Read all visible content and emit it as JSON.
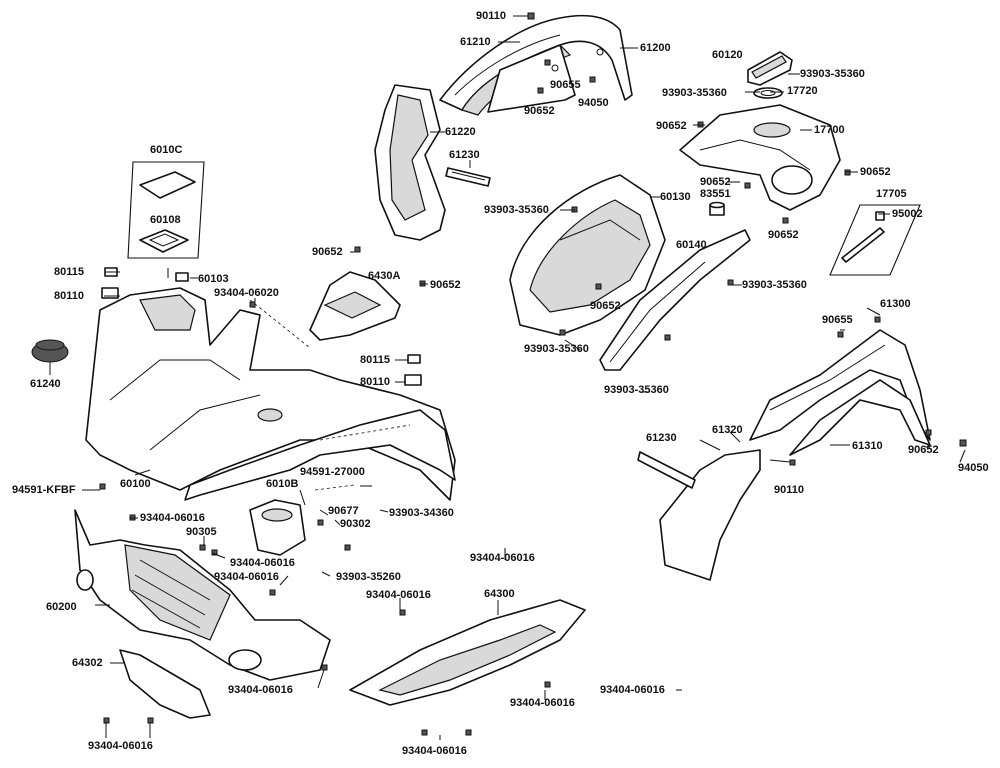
{
  "labels": {
    "p90110_top": "90110",
    "p61210": "61210",
    "p61200": "61200",
    "p60120": "60120",
    "p93903_a": "93903-35360",
    "p90655_top": "90655",
    "p93903_b": "93903-35360",
    "p17720": "17720",
    "p90652_a": "90652",
    "p94050_top": "94050",
    "p61220": "61220",
    "p90652_b": "90652",
    "p17700": "17700",
    "p6010C": "6010C",
    "p61230_top": "61230",
    "p90652_c": "90652",
    "p90652_d": "90652",
    "p83551": "83551",
    "p93903_c": "93903-35360",
    "p60130": "60130",
    "p17705": "17705",
    "p95002": "95002",
    "p90652_e": "90652",
    "p60108": "60108",
    "p60140": "60140",
    "p90652_f": "90652",
    "p80115_a": "80115",
    "p60103": "60103",
    "p6430A": "6430A",
    "p90652_g": "90652",
    "p93903_d": "93903-35360",
    "p80110_a": "80110",
    "p93404_06020": "93404-06020",
    "p90652_h": "90652",
    "p61300": "61300",
    "p90655_right": "90655",
    "p93903_e": "93903-35360",
    "p61240": "61240",
    "p80115_b": "80115",
    "p80110_b": "80110",
    "p93903_f": "93903-35360",
    "p61230_right": "61230",
    "p61320": "61320",
    "p61310": "61310",
    "p90652_i": "90652",
    "p94050_right": "94050",
    "p94591_27000": "94591-27000",
    "p60100": "60100",
    "p6010B": "6010B",
    "p90110_right": "90110",
    "p94591_KFBF": "94591-KFBF",
    "p90677": "90677",
    "p93903_34360": "93903-34360",
    "p93404_a": "93404-06016",
    "p90302": "90302",
    "p90305": "90305",
    "p93404_b": "93404-06016",
    "p93404_c": "93404-06016",
    "p93404_d": "93404-06016",
    "p93903_35260": "93903-35260",
    "p93404_e": "93404-06016",
    "p64300": "64300",
    "p60200": "60200",
    "p64302": "64302",
    "p93404_f": "93404-06016",
    "p93404_g": "93404-06016",
    "p93404_h": "93404-06016",
    "p93404_i": "93404-06016",
    "p93404_j": "93404-06016"
  }
}
